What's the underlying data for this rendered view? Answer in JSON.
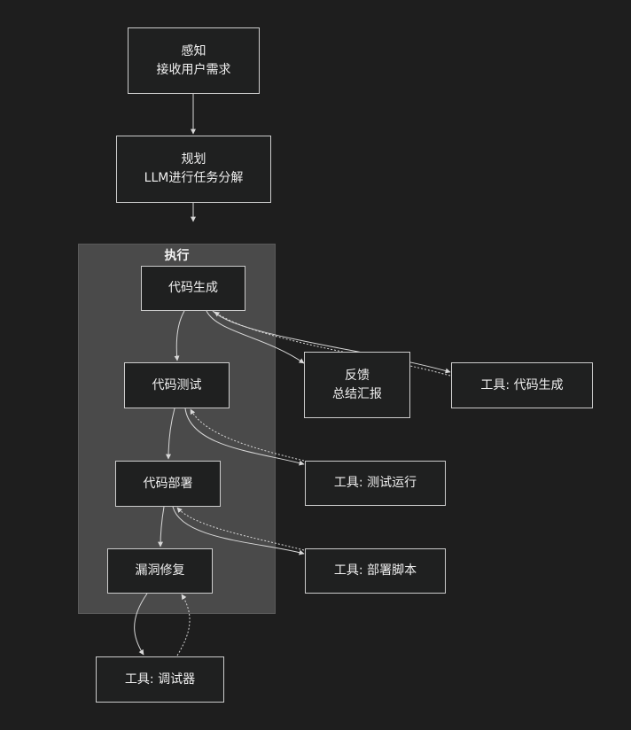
{
  "nodes": {
    "perceive": {
      "line1": "感知",
      "line2": "接收用户需求"
    },
    "plan": {
      "line1": "规划",
      "line2": "LLM进行任务分解"
    },
    "execute_group": {
      "title": "执行"
    },
    "codegen": {
      "label": "代码生成"
    },
    "codetest": {
      "label": "代码测试"
    },
    "deploy": {
      "label": "代码部署"
    },
    "fix": {
      "label": "漏洞修复"
    },
    "feedback": {
      "line1": "反馈",
      "line2": "总结汇报"
    },
    "tool_codegen": {
      "label": "工具: 代码生成"
    },
    "tool_test": {
      "label": "工具: 测试运行"
    },
    "tool_deploy": {
      "label": "工具: 部署脚本"
    },
    "tool_debugger": {
      "label": "工具: 调试器"
    }
  },
  "colors": {
    "background": "#1e1e1e",
    "node_fill": "#1f2020",
    "node_border": "#cccccc",
    "group_fill": "#4a4a4a",
    "edge": "#d8d8d8"
  }
}
